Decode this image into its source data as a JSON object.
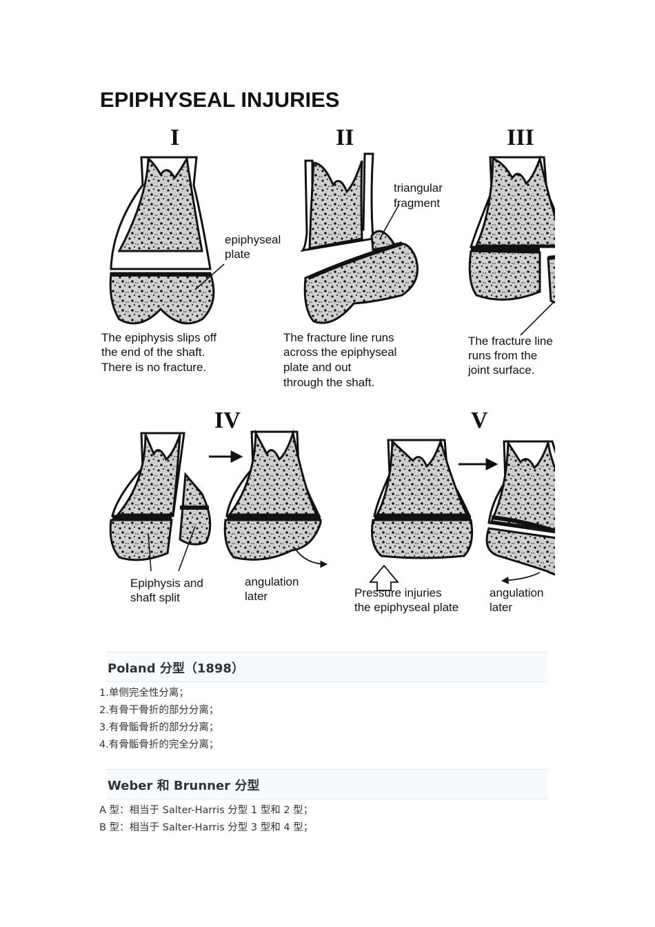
{
  "figure": {
    "title": "EPIPHYSEAL INJURIES",
    "types": [
      {
        "numeral": "I",
        "label": "epiphyseal plate",
        "label_lines": [
          "epiphyseal",
          "plate"
        ],
        "caption": [
          "The epiphysis slips off",
          "the end of the shaft.",
          "There is no fracture."
        ]
      },
      {
        "numeral": "II",
        "label_lines": [
          "triangular",
          "fragment"
        ],
        "caption": [
          "The fracture line runs",
          "across the epiphyseal",
          "plate and out",
          "through the shaft."
        ]
      },
      {
        "numeral": "III",
        "caption": [
          "The fracture line",
          "runs from the",
          "joint surface."
        ]
      },
      {
        "numeral": "IV",
        "caption_left": [
          "Epiphysis and",
          "shaft split"
        ],
        "caption_right": [
          "angulation",
          "later"
        ]
      },
      {
        "numeral": "V",
        "caption_left": [
          "Pressure injuries",
          "the epiphyseal plate"
        ],
        "caption_right": [
          "angulation",
          "later"
        ]
      }
    ]
  },
  "sections": [
    {
      "heading": "Poland 分型（1898）",
      "items": [
        "1.单侧完全性分离；",
        "2.有骨干骨折的部分分离；",
        "3.有骨骺骨折的部分分离；",
        "4.有骨骺骨折的完全分离；"
      ]
    },
    {
      "heading": "Weber 和 Brunner 分型",
      "items": [
        "A 型：相当于 Salter-Harris 分型 1 型和 2 型；",
        "B 型：相当于 Salter-Harris 分型 3 型和 4 型；"
      ]
    }
  ]
}
